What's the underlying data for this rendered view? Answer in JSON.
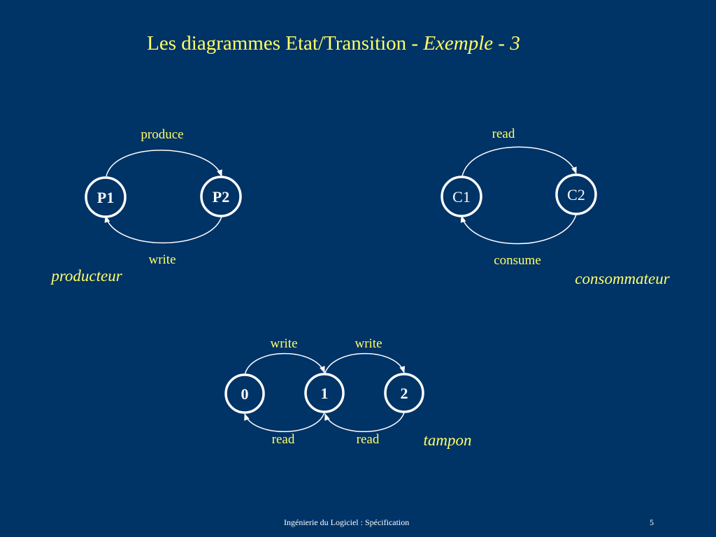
{
  "slide": {
    "title_main": "Les diagrammes Etat/Transition - ",
    "title_italic": "Exemple - 3",
    "footer_text": "Ingénierie du Logiciel : Spécification",
    "page_number": "5"
  },
  "colors": {
    "background": "#003366",
    "title": "#ffff66",
    "labels": "#ffff66",
    "states": "#ffffff",
    "state_fill": "#003366"
  },
  "producteur": {
    "caption": "producteur",
    "states": [
      "P1",
      "P2"
    ],
    "transitions": [
      {
        "from": "P1",
        "to": "P2",
        "label": "produce"
      },
      {
        "from": "P2",
        "to": "P1",
        "label": "write"
      }
    ]
  },
  "consommateur": {
    "caption": "consommateur",
    "states": [
      "C1",
      "C2"
    ],
    "transitions": [
      {
        "from": "C1",
        "to": "C2",
        "label": "read"
      },
      {
        "from": "C2",
        "to": "C1",
        "label": "consume"
      }
    ]
  },
  "tampon": {
    "caption": "tampon",
    "states": [
      "0",
      "1",
      "2"
    ],
    "transitions": [
      {
        "from": "0",
        "to": "1",
        "label": "write"
      },
      {
        "from": "1",
        "to": "2",
        "label": "write"
      },
      {
        "from": "1",
        "to": "0",
        "label": "read"
      },
      {
        "from": "2",
        "to": "1",
        "label": "read"
      }
    ]
  }
}
